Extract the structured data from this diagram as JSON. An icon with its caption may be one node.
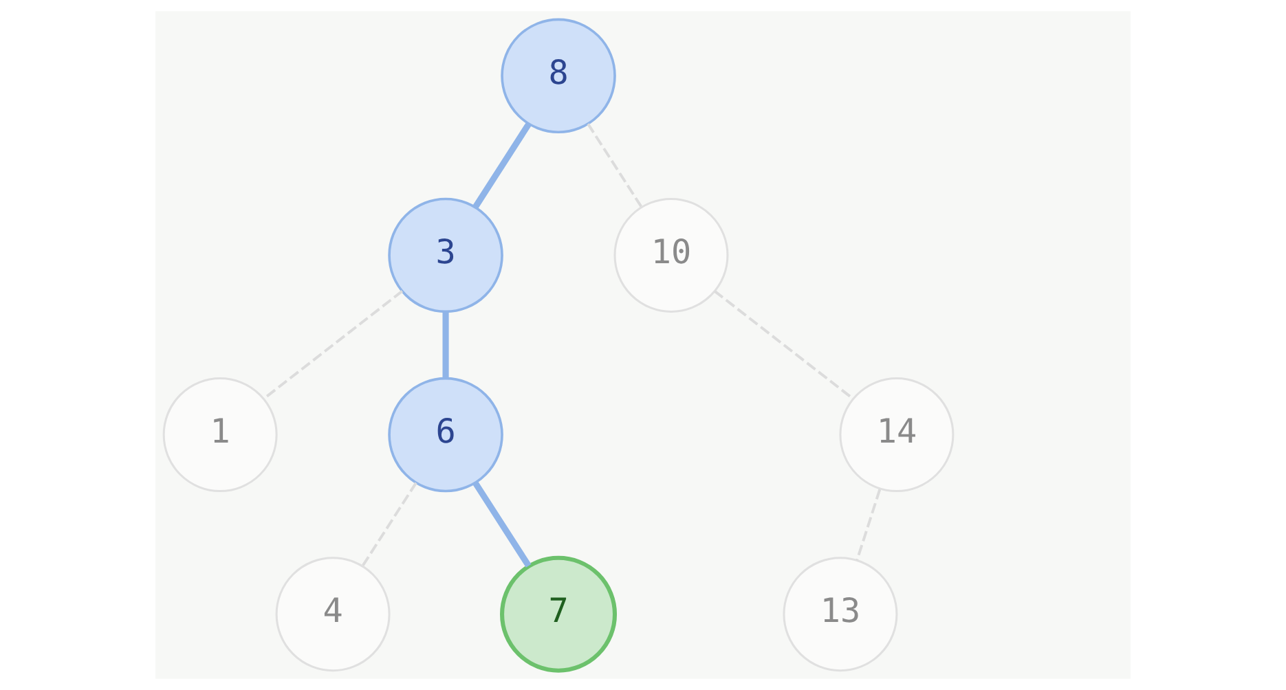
{
  "diagram": {
    "nodes": [
      {
        "text": [
          "8"
        ]
      },
      {
        "text": [
          "3"
        ]
      },
      {
        "text": [
          "10"
        ]
      },
      {
        "text": [
          "1"
        ]
      },
      {
        "text": [
          "6"
        ]
      },
      {
        "text": [
          "14"
        ]
      },
      {
        "text": [
          "4"
        ]
      },
      {
        "text": [
          "7"
        ]
      },
      {
        "text": [
          "13"
        ]
      }
    ],
    "edges": [
      {
        "from": 0,
        "to": 1,
        "arrow": "none",
        "style": "thick",
        "color": "#8fb4e8"
      },
      {
        "from": 0,
        "to": 2,
        "arrow": "none",
        "style": "dashed"
      },
      {
        "from": 1,
        "to": 3,
        "arrow": "none",
        "style": "dashed"
      },
      {
        "from": 1,
        "to": 4,
        "arrow": "none",
        "style": "thick",
        "color": "#8fb4e8"
      },
      {
        "from": 2,
        "to": 5,
        "arrow": "none",
        "style": "dashed"
      },
      {
        "from": 4,
        "to": 6,
        "arrow": "none",
        "style": "dashed"
      },
      {
        "from": 4,
        "to": 7,
        "arrow": "none",
        "style": "thick",
        "color": "#8fb4e8"
      },
      {
        "from": 5,
        "to": 8,
        "arrow": "none",
        "style": "dashed"
      }
    ]
  }
}
